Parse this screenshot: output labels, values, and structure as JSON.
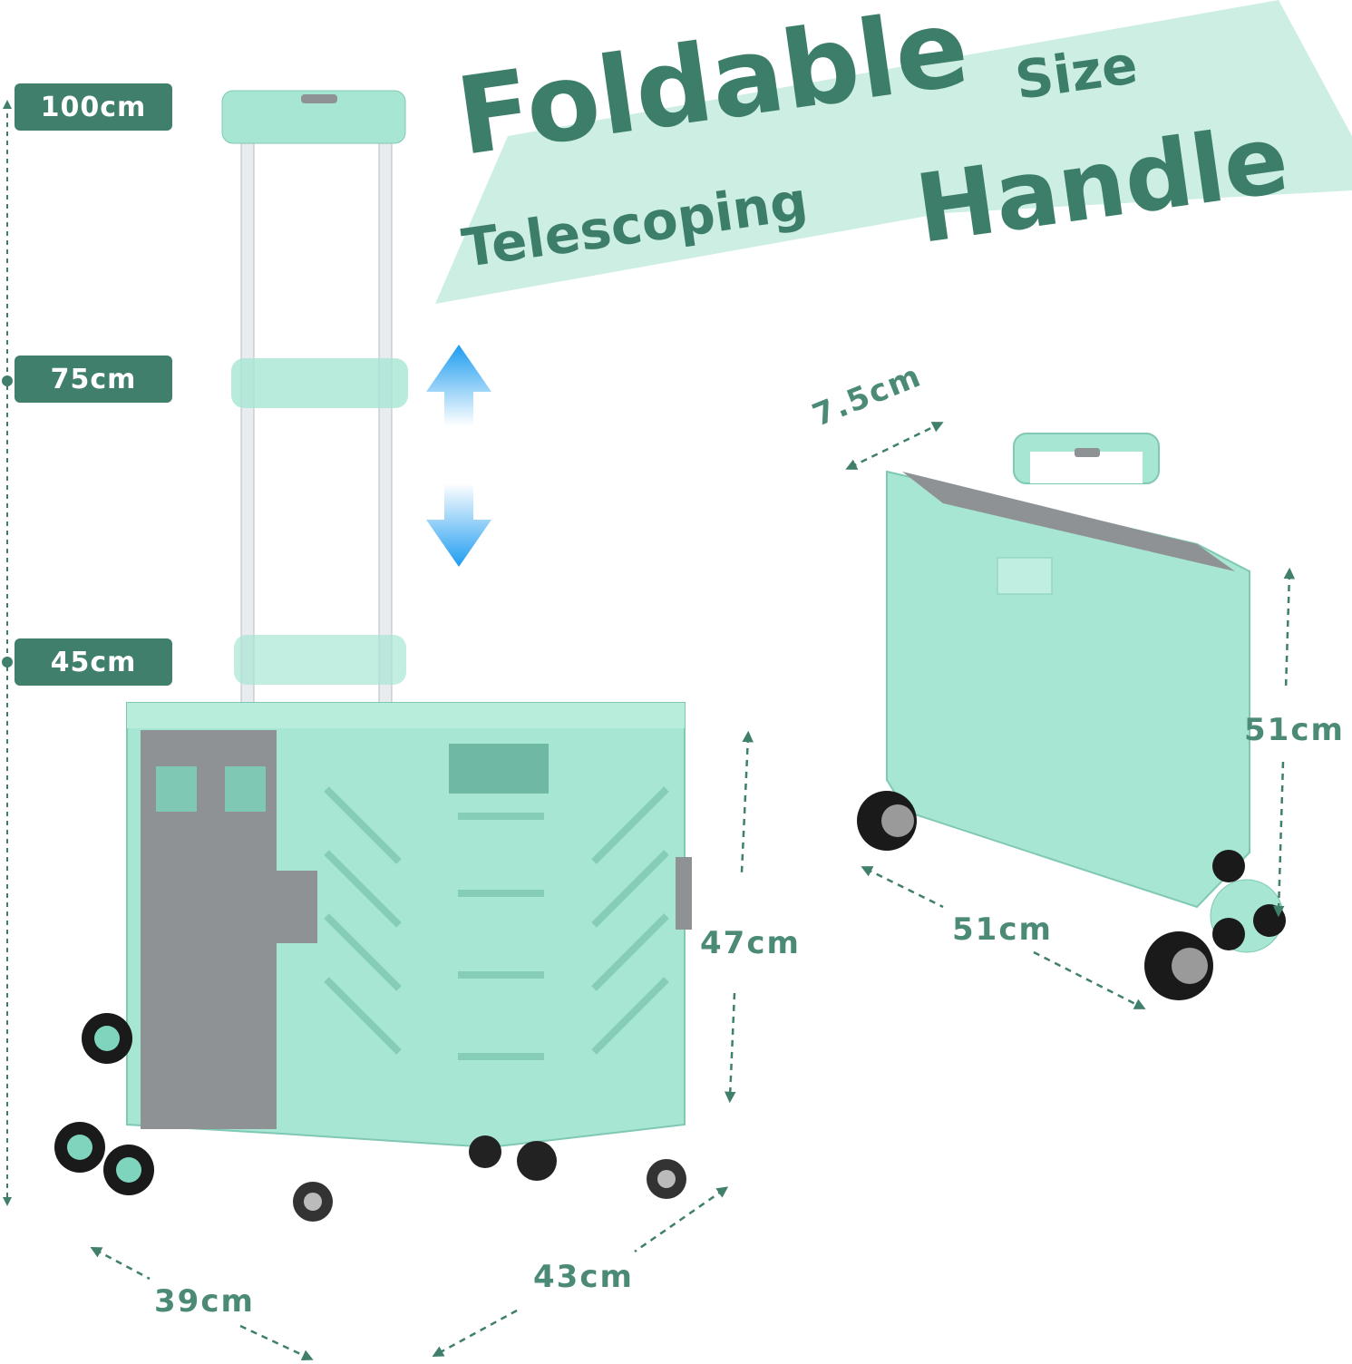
{
  "headline": {
    "line1_main": "Foldable",
    "line1_small": "Size",
    "line2_small": "Telescoping",
    "line2_main": "Handle"
  },
  "height_levels": [
    "100cm",
    "75cm",
    "45cm"
  ],
  "dimensions": {
    "depth_folded": "7.5cm",
    "height_folded": "51cm",
    "width_folded": "51cm",
    "box_height": "47cm",
    "box_depth": "39cm",
    "box_width": "43cm"
  },
  "colors": {
    "brand_green": "#3f7f6c",
    "body_mint": "#a8e6d4",
    "accent_gray": "#8f9295",
    "arrow_blue": "#2aa3f0"
  }
}
